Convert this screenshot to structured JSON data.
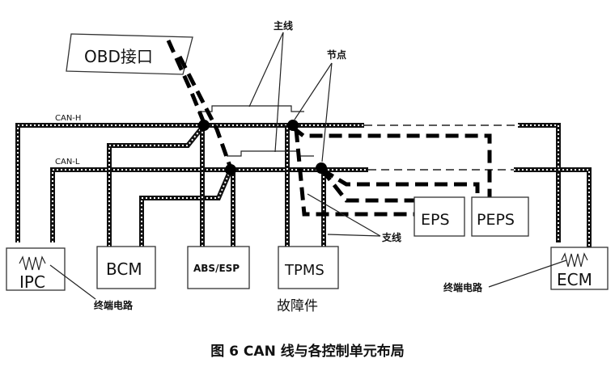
{
  "labels": {
    "obd": "OBD接口",
    "main_line": "主线",
    "node": "节点",
    "can_h": "CAN-H",
    "can_l": "CAN-L",
    "branch": "支线",
    "term_left": "终端电路",
    "term_right": "终端电路",
    "fault": "故障件"
  },
  "modules": {
    "ipc": "IPC",
    "bcm": "BCM",
    "abs": "ABS/ESP",
    "tpms": "TPMS",
    "eps": "EPS",
    "peps": "PEPS",
    "ecm": "ECM"
  },
  "caption": "图 6  CAN 线与各控制单元布局",
  "colors": {
    "fault_label": "#e02020",
    "wire": "#111111"
  }
}
